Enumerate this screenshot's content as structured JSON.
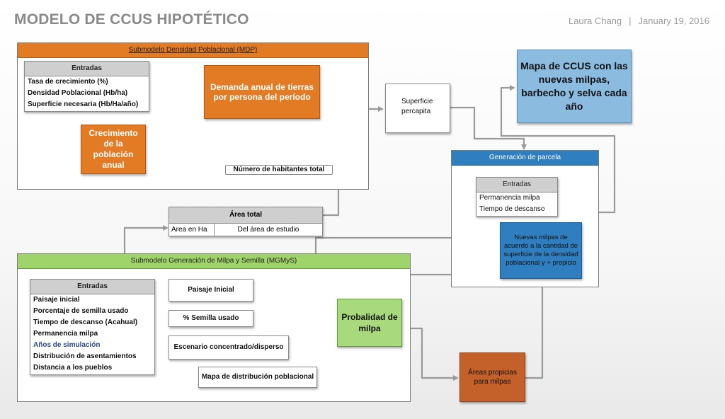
{
  "title": "MODELO DE CCUS HIPOTÉTICO",
  "author": "Laura Chang",
  "separator": "|",
  "date": "January 19, 2016",
  "mdp": {
    "title": "Submodelo Densidad Poblacional (MDP)",
    "inputs_header": "Entradas",
    "inputs": [
      "Tasa de crecimiento (%)",
      "Densidad Poblacional (Hb/ha)",
      "Superficie necesaria (Hb/Ha/año)"
    ],
    "demanda": "Demanda anual de tierras por persona del período",
    "crecimiento": "Crecimiento de la población anual",
    "habitantes": "Número de habitantes total"
  },
  "superficie": "Superficie percapita",
  "mapa_ccus": "Mapa de CCUS con las nuevas milpas, barbecho y selva cada año",
  "parcela": {
    "title": "Generación de parcela",
    "inputs_header": "Entradas",
    "inputs": [
      "Permanencia milpa",
      "Tiempo de descanso"
    ],
    "nuevas": "Nuevas milpas de acuerdo a la cantidad de superficie de la densidad poblacional y + propicio"
  },
  "area_total": {
    "title": "Área total",
    "left": "Area en Ha",
    "right": "Del área de estudio"
  },
  "mgmys": {
    "title": "Submodelo Generación de Milpa y Semilla (MGMyS)",
    "inputs_header": "Entradas",
    "inputs": [
      "Paisaje inicial",
      "Porcentaje de semilla usado",
      "Tiempo de descanso (Acahual)",
      "Permanencia milpa",
      "Años de simulación",
      "Distribución de asentamientos",
      "Distancia a los pueblos"
    ],
    "paisaje": "Paisaje Inicial",
    "semilla": "% Semilla usado",
    "escenario": "Escenario concentrado/disperso",
    "mapa_dist": "Mapa de distribución poblacional",
    "probabilidad": "Probalidad de milpa"
  },
  "areas_propicias": "Áreas propicias para milpas",
  "colors": {
    "orange": "#e37a24",
    "light_blue": "#8cbbe0",
    "blue_header": "#2f7ebf",
    "green_header": "#9fd46a",
    "green_box": "#a8d97c",
    "rust": "#c4602a",
    "link": "#9a9a9a",
    "highlight_text": "#2a4a8a"
  }
}
